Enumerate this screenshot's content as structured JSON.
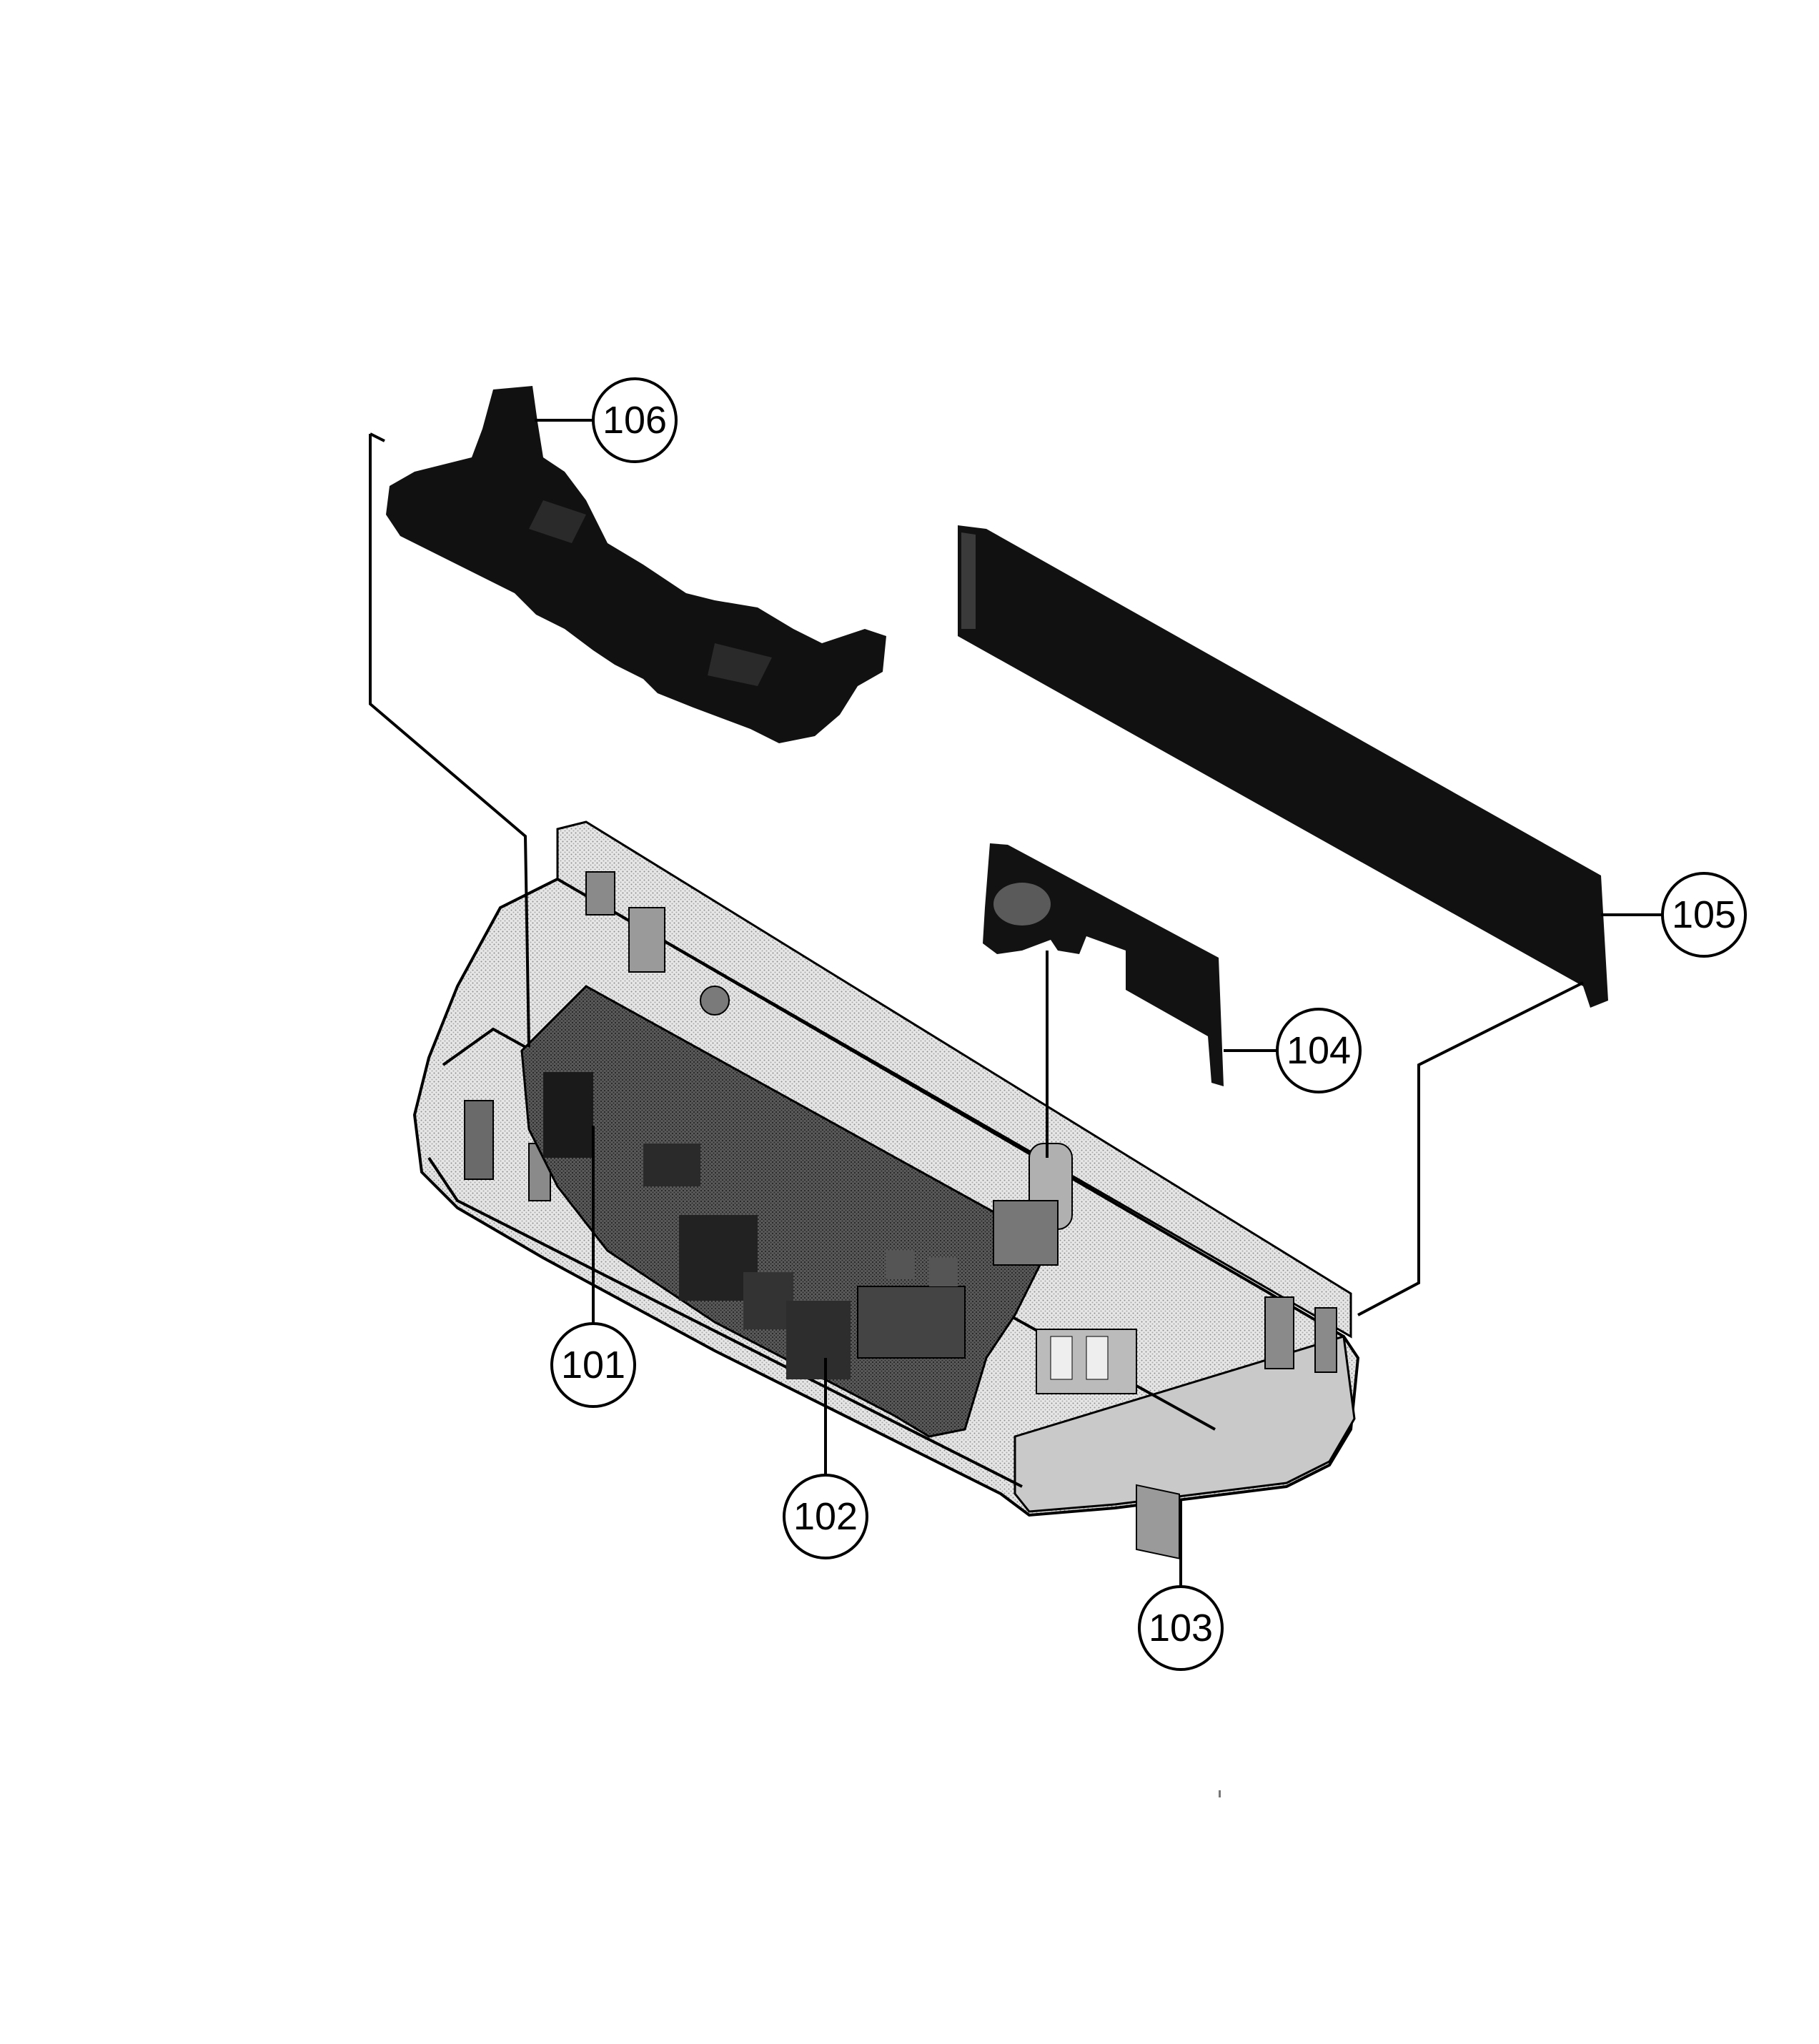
{
  "callouts": [
    {
      "id": "c101",
      "label": "101"
    },
    {
      "id": "c102",
      "label": "102"
    },
    {
      "id": "c103",
      "label": "103"
    },
    {
      "id": "c104",
      "label": "104"
    },
    {
      "id": "c105",
      "label": "105"
    },
    {
      "id": "c106",
      "label": "106"
    }
  ],
  "colors": {
    "ink": "#000000",
    "dark_part": "#111111",
    "housing_light": "#d9d9d9",
    "housing_mid": "#b5b5b5",
    "housing_dark": "#7a7a7a",
    "board": "#3a3a3a",
    "background": "#ffffff"
  }
}
